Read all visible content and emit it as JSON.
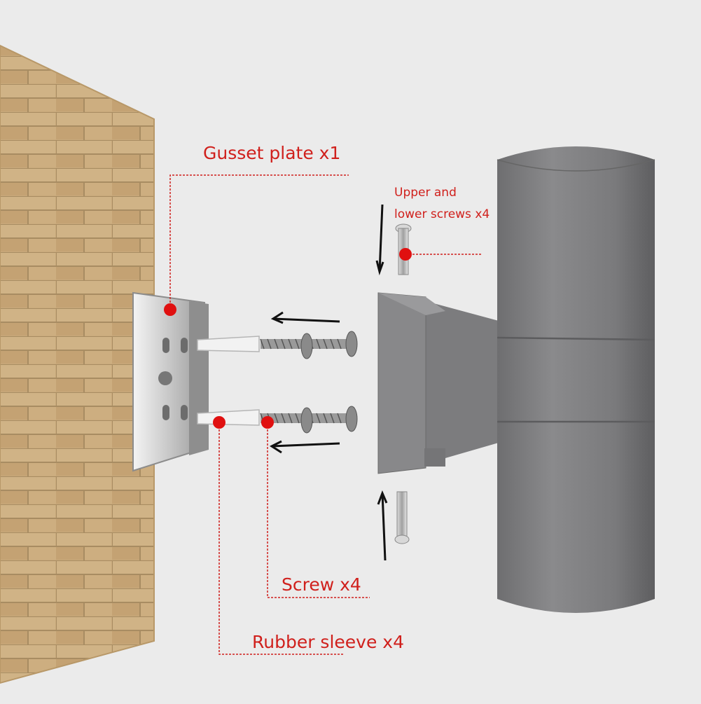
{
  "labels": {
    "gusset_plate": "Gusset plate  x1",
    "upper_lower_screws_line1": "Upper and",
    "upper_lower_screws_line2": "lower screws  x4",
    "screw": "Screw  x4",
    "rubber_sleeve": "Rubber sleeve  x4"
  },
  "colors": {
    "callout": "#d0201c",
    "marker": "#e01010",
    "lamp_body": "#7b7b7d",
    "wall": "#c8a878",
    "background": "#ebebeb"
  },
  "icons": {
    "arrows": [
      "arrow-left-icon",
      "arrow-left-icon",
      "arrow-down-icon",
      "arrow-up-icon"
    ]
  }
}
